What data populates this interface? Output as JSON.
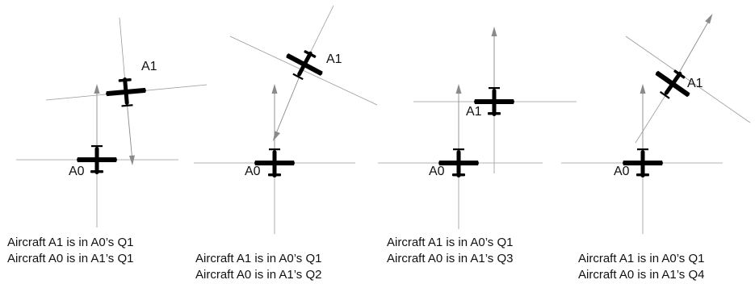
{
  "panels": [
    {
      "a0_label": "A0",
      "a1_label": "A1",
      "caption_line1": "Aircraft A1 is in A0’s Q1",
      "caption_line2": "Aircraft A0 is in A1’s Q1"
    },
    {
      "a0_label": "A0",
      "a1_label": "A1",
      "caption_line1": "Aircraft A1 is in A0’s Q1",
      "caption_line2": "Aircraft A0 is in A1’s Q2"
    },
    {
      "a0_label": "A0",
      "a1_label": "A1",
      "caption_line1": "Aircraft A1 is in A0’s Q1",
      "caption_line2": "Aircraft A0 is in A1’s Q3"
    },
    {
      "a0_label": "A0",
      "a1_label": "A1",
      "caption_line1": "Aircraft A1 is in A0’s Q1",
      "caption_line2": "Aircraft A0 is in A1’s Q4"
    }
  ],
  "icons": {
    "aircraft": "airplane-silhouette-icon",
    "heading": "arrow-icon"
  },
  "colors": {
    "aircraft": "#000000",
    "axes": "#9a9a9a"
  }
}
